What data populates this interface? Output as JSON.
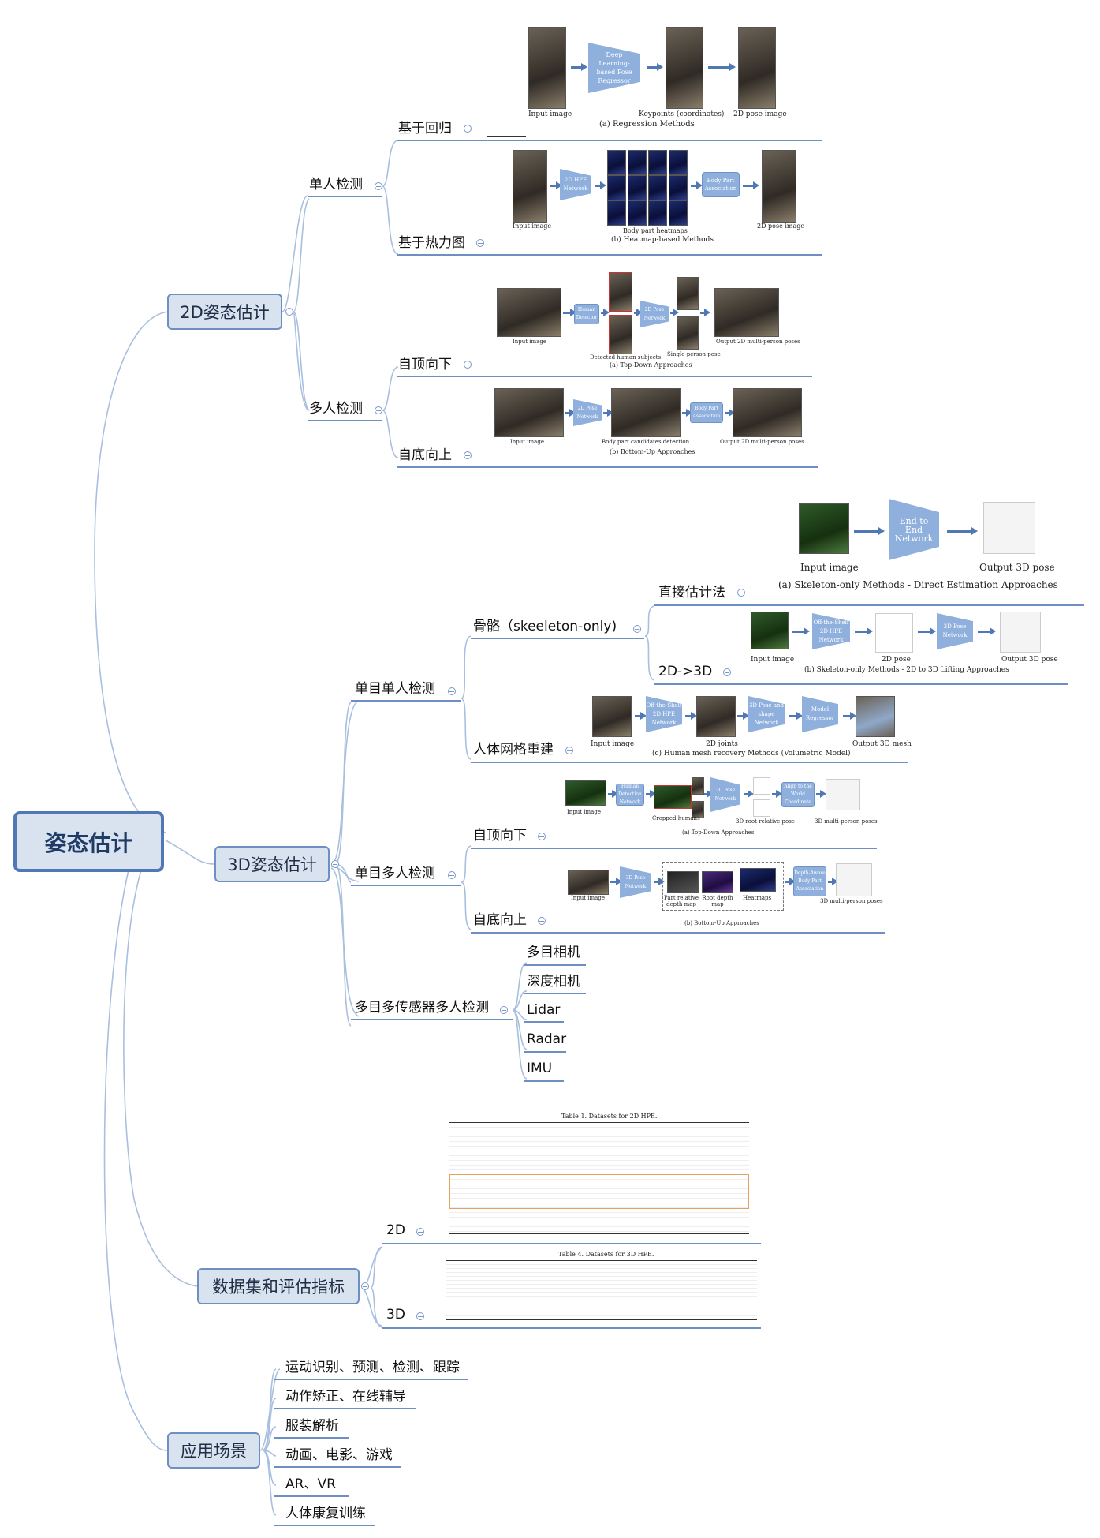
{
  "root": "姿态估计",
  "branches": {
    "pose2d": {
      "label": "2D姿态估计",
      "single": {
        "label": "单人检测",
        "regression": {
          "label": "基于回归",
          "figure": {
            "box": "Deep Learning-based  Pose Regressor",
            "captions": [
              "Input image",
              "Keypoints (coordinates)",
              "2D pose image"
            ],
            "title": "(a) Regression Methods"
          }
        },
        "heatmap": {
          "label": "基于热力图",
          "figure": {
            "box1": "2D HPE Network",
            "box2": "Body Part Association",
            "captions": [
              "Input image",
              "Body part heatmaps",
              "2D pose image"
            ],
            "title": "(b) Heatmap-based Methods"
          }
        }
      },
      "multi": {
        "label": "多人检测",
        "topdown": {
          "label": "自顶向下",
          "figure": {
            "box1": "Human Detector",
            "box2": "2D Pose Network",
            "captions": [
              "Input image",
              "Detected human subjects",
              "Single-person pose",
              "Output 2D multi-person poses"
            ],
            "title": "(a) Top-Down Approaches"
          }
        },
        "bottomup": {
          "label": "自底向上",
          "figure": {
            "box1": "2D Pose Network",
            "box2": "Body Part Association",
            "captions": [
              "Input image",
              "Body part candidates detection",
              "Output 2D multi-person poses"
            ],
            "title": "(b) Bottom-Up Approaches"
          }
        }
      }
    },
    "pose3d": {
      "label": "3D姿态估计",
      "mono_single": {
        "label": "单目单人检测",
        "skeleton": {
          "label": "骨骼（skeeleton-only)",
          "direct": {
            "label": "直接估计法",
            "figure": {
              "box": "End to End Network",
              "captions": [
                "Input image",
                "Output 3D pose"
              ],
              "title": "(a) Skeleton-only Methods - Direct Estimation Approaches"
            }
          },
          "lift": {
            "label": "2D->3D",
            "figure": {
              "box1": "Off-the-Shelf 2D HPE Network",
              "box2": "3D Pose Network",
              "captions": [
                "Input image",
                "2D pose",
                "Output 3D pose"
              ],
              "title": "(b) Skeleton-only Methods - 2D to 3D Lifting Approaches"
            }
          }
        },
        "mesh": {
          "label": "人体网格重建",
          "figure": {
            "box1": "Off-the-Shelf 2D HPE Network",
            "box2": "3D Pose and shape Network",
            "box3": "Model Regressor",
            "captions": [
              "Input image",
              "2D joints",
              "Output 3D mesh"
            ],
            "title": "(c) Human mesh recovery Methods (Volumetric Model)"
          }
        }
      },
      "mono_multi": {
        "label": "单目多人检测",
        "topdown": {
          "label": "自顶向下",
          "figure": {
            "box1": "Human Detection Network",
            "box2": "3D Pose Network",
            "box3": "Align to the World Coordinate",
            "captions": [
              "Input image",
              "Cropped humans",
              "3D root-relative pose",
              "3D multi-person poses"
            ],
            "title": "(a) Top-Down Approaches"
          }
        },
        "bottomup": {
          "label": "自底向上",
          "figure": {
            "box1": "3D Pose Network",
            "box2": "Depth-Aware Body Part Association",
            "captions": [
              "Input image",
              "Part relative depth map",
              "Root depth map",
              "Heatmaps",
              "3D multi-person poses"
            ],
            "title": "(b) Bottom-Up Approaches"
          }
        }
      },
      "multi_sensor": {
        "label": "多目多传感器多人检测",
        "items": [
          "多目相机",
          "深度相机",
          "Lidar",
          "Radar",
          "IMU"
        ]
      }
    },
    "datasets": {
      "label": "数据集和评估指标",
      "d2": {
        "label": "2D",
        "table_title": "Table 1.  Datasets for 2D HPE."
      },
      "d3": {
        "label": "3D",
        "table_title": "Table 4.  Datasets for 3D HPE."
      }
    },
    "apps": {
      "label": "应用场景",
      "items": [
        "运动识别、预测、检测、跟踪",
        "动作矫正、在线辅导",
        "服装解析",
        "动画、电影、游戏",
        "AR、VR",
        "人体康复训练"
      ]
    }
  },
  "colors": {
    "line": "#a9bfdf",
    "accent": "#4f78b5",
    "box_fill": "#d9e3f0",
    "block": "#8fb0dc"
  }
}
